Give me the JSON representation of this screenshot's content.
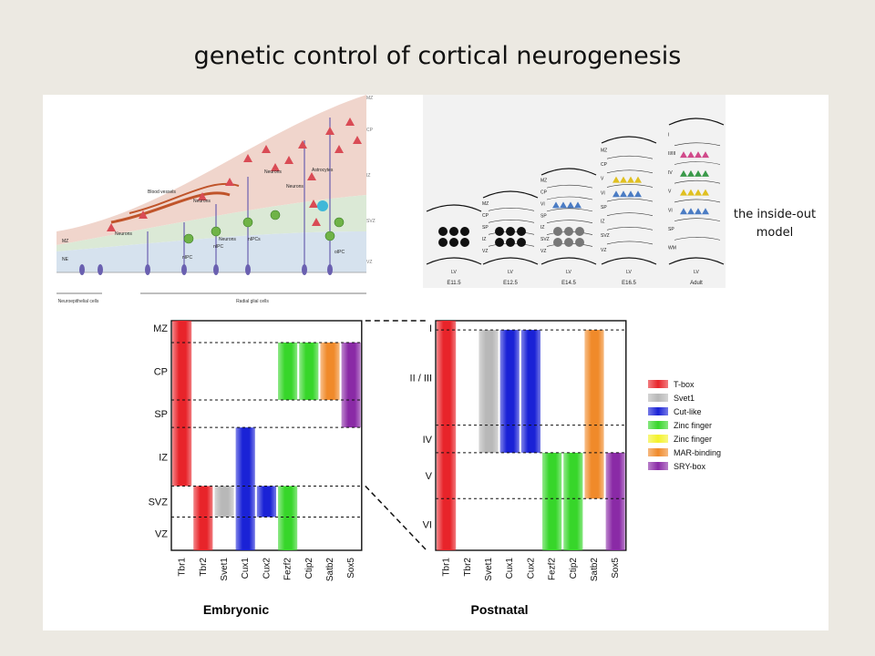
{
  "slide": {
    "title": "genetic control of cortical neurogenesis",
    "inside_out_label": "the inside-out model"
  },
  "neurogenesis_panel": {
    "zones": [
      "MZ",
      "CP",
      "IZ",
      "SVZ",
      "VZ"
    ],
    "labels": [
      "Neurons",
      "Neurons",
      "Neurons",
      "Neurons",
      "Neurons",
      "Blood vessels",
      "Astrocytes",
      "nIPC",
      "nIPC",
      "nIPCs",
      "oIPC",
      "MZ",
      "NE"
    ],
    "footer": [
      "Neuroepithelial cells",
      "Radial glial cells"
    ],
    "colors": {
      "cp_band": "#e8c2b6",
      "iz_band": "#d9e6d4",
      "vz_band": "#cfdbe6",
      "neuron": "#d94b55",
      "ipc": "#6fb347",
      "radial": "#6a60b0"
    }
  },
  "inside_out_panel": {
    "stages": [
      {
        "age": "E11.5",
        "zones": [],
        "ventricle": "LV"
      },
      {
        "age": "E12.5",
        "zones": [
          "MZ",
          "CP",
          "SP",
          "IZ",
          "VZ"
        ],
        "ventricle": "LV"
      },
      {
        "age": "E14.5",
        "zones": [
          "MZ",
          "CP",
          "VI",
          "SP",
          "IZ",
          "SVZ",
          "VZ"
        ],
        "ventricle": "LV"
      },
      {
        "age": "E16.5",
        "zones": [
          "MZ",
          "CP",
          "V",
          "VI",
          "SP",
          "IZ",
          "SVZ",
          "VZ"
        ],
        "ventricle": "LV"
      },
      {
        "age": "Adult",
        "zones": [
          "I",
          "II/III",
          "IV",
          "V",
          "VI",
          "SP",
          "WM"
        ],
        "ventricle": "LV"
      }
    ]
  },
  "legend": [
    {
      "label": "T-box",
      "color": "#e8242a"
    },
    {
      "label": "Svet1",
      "color": "#b8b8b8"
    },
    {
      "label": "Cut-like",
      "color": "#1a22d6"
    },
    {
      "label": "Zinc finger",
      "color": "#37d62a"
    },
    {
      "label": "Zinc finger",
      "color": "#f4f22a"
    },
    {
      "label": "MAR-binding",
      "color": "#f08a2a"
    },
    {
      "label": "SRY-box",
      "color": "#8a2aa6"
    }
  ],
  "chart_data": [
    {
      "type": "table",
      "title": "Embryonic",
      "rows": [
        "MZ",
        "CP",
        "SP",
        "IZ",
        "SVZ",
        "VZ"
      ],
      "genes": [
        "Tbr1",
        "Tbr2",
        "Svet1",
        "Cux1",
        "Cux2",
        "Fezf2",
        "Ctip2",
        "Satb2",
        "Sox5"
      ],
      "expression": [
        {
          "gene": "Tbr1",
          "family": "T-box",
          "layers": [
            "MZ",
            "CP",
            "SP",
            "IZ"
          ]
        },
        {
          "gene": "Tbr2",
          "family": "T-box",
          "layers": [
            "SVZ",
            "VZ"
          ]
        },
        {
          "gene": "Svet1",
          "family": "Svet1",
          "layers": [
            "SVZ"
          ]
        },
        {
          "gene": "Cux1",
          "family": "Cut-like",
          "layers": [
            "IZ",
            "SVZ",
            "VZ"
          ]
        },
        {
          "gene": "Cux2",
          "family": "Cut-like",
          "layers": [
            "SVZ"
          ]
        },
        {
          "gene": "Fezf2",
          "family": "Zinc finger",
          "layers": [
            "CP",
            "SVZ",
            "VZ"
          ]
        },
        {
          "gene": "Ctip2",
          "family": "Zinc finger",
          "layers": [
            "CP"
          ]
        },
        {
          "gene": "Satb2",
          "family": "MAR-binding",
          "layers": [
            "CP"
          ]
        },
        {
          "gene": "Sox5",
          "family": "SRY-box",
          "layers": [
            "CP",
            "SP"
          ]
        }
      ]
    },
    {
      "type": "table",
      "title": "Postnatal",
      "rows": [
        "I",
        "II / III",
        "IV",
        "V",
        "VI"
      ],
      "genes": [
        "Tbr1",
        "Tbr2",
        "Svet1",
        "Cux1",
        "Cux2",
        "Fezf2",
        "Ctip2",
        "Satb2",
        "Sox5"
      ],
      "expression": [
        {
          "gene": "Tbr1",
          "family": "T-box",
          "layers": [
            "I",
            "II / III",
            "IV",
            "V",
            "VI"
          ]
        },
        {
          "gene": "Svet1",
          "family": "Svet1",
          "layers": [
            "II / III",
            "IV"
          ]
        },
        {
          "gene": "Cux1",
          "family": "Cut-like",
          "layers": [
            "II / III",
            "IV"
          ]
        },
        {
          "gene": "Cux2",
          "family": "Cut-like",
          "layers": [
            "II / III",
            "IV"
          ]
        },
        {
          "gene": "Fezf2",
          "family": "Zinc finger",
          "layers": [
            "V",
            "VI"
          ]
        },
        {
          "gene": "Ctip2",
          "family": "Zinc finger",
          "layers": [
            "V",
            "VI"
          ]
        },
        {
          "gene": "Satb2",
          "family": "MAR-binding",
          "layers": [
            "II / III",
            "IV",
            "V"
          ]
        },
        {
          "gene": "Sox5",
          "family": "SRY-box",
          "layers": [
            "V",
            "VI"
          ]
        }
      ]
    }
  ]
}
